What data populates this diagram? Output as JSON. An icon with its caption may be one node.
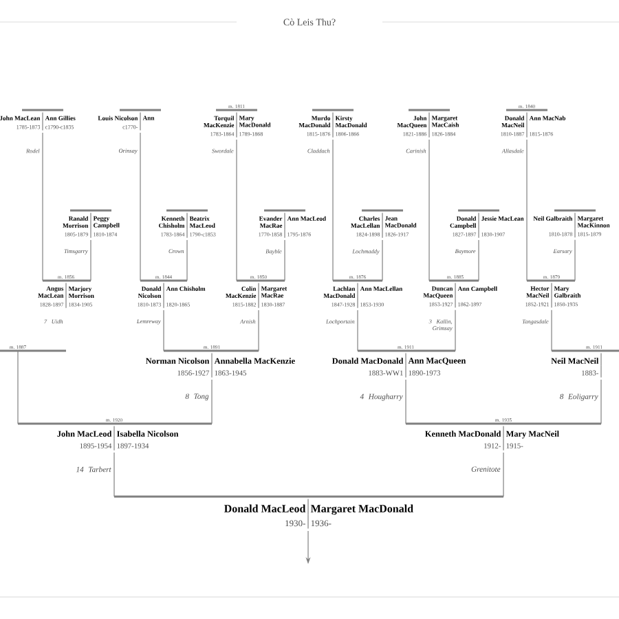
{
  "diagram": {
    "title": "Cò Leis Thu?",
    "nodes": [
      {
        "text": [
          "Donald MacLeod",
          "1930-",
          "Margaret MacDonald",
          "1936-"
        ]
      },
      {
        "text": [
          "John MacLeod",
          "1895-1954",
          "Isabella Nicolson",
          "1897-1934"
        ],
        "beside": [
          "14 Tarbert"
        ]
      },
      {
        "text": [
          "Kenneth MacDonald",
          "1912-",
          "Mary MacNeil",
          "1915-"
        ],
        "beside": [
          "Grenitote"
        ]
      },
      {
        "text": [
          "Norman Nicolson",
          "1856-1927",
          "Annabella MacKenzie",
          "1863-1945"
        ],
        "beside": [
          "8 Tong"
        ]
      },
      {
        "text": [
          "Donald MacDonald",
          "1883-WW1",
          "Ann MacQueen",
          "1890-1973"
        ],
        "beside": [
          "4 Hougharry"
        ]
      },
      {
        "text": [
          "Neil MacNeil",
          "1883-"
        ],
        "beside": [
          "8 Eoligarry"
        ]
      },
      {
        "text": [
          "Angus MacLean",
          "1828-1897",
          "Marjory Morrison",
          "1834-1905"
        ],
        "beside": [
          "7 Uidh"
        ]
      },
      {
        "text": [
          "Donald Nicolson",
          "1810-1873",
          "Ann Chisholm",
          "1820-1865"
        ],
        "beside": [
          "Lemreway"
        ]
      },
      {
        "text": [
          "Colin MacKenzie",
          "1815-1882",
          "Margaret MacRae",
          "1830-1887"
        ],
        "beside": [
          "Arnish"
        ]
      },
      {
        "text": [
          "Lachlan MacDonald",
          "1847-1928",
          "Ann MacLellan",
          "1853-1930"
        ],
        "beside": [
          "Lochportain"
        ]
      },
      {
        "text": [
          "Duncan MacQueen",
          "1853-1927",
          "Ann Campbell",
          "1862-1897"
        ],
        "beside": [
          "3 Kallin, Grimsay"
        ]
      },
      {
        "text": [
          "Hector MacNeil",
          "1852-1921",
          "Mary Galbraith",
          "1850-1935"
        ],
        "beside": [
          "Tangasdale"
        ]
      },
      {
        "text": [
          "Ranald Morrison",
          "1805-1879",
          "Peggy Campbell",
          "1810-1874"
        ],
        "beside": [
          "Timsgarry"
        ]
      },
      {
        "text": [
          "Kenneth Chisholm",
          "1783-1864",
          "Beatrix MacLeod",
          "1790-c1853"
        ],
        "beside": [
          "Crown"
        ]
      },
      {
        "text": [
          "Evander MacRae",
          "1770-1858",
          "Ann MacLeod",
          "1795-1876"
        ],
        "beside": [
          "Bayble"
        ]
      },
      {
        "text": [
          "Charles MacLellan",
          "1824-1898",
          "Jean MacDonald",
          "1826-1917"
        ],
        "beside": [
          "Lochmaddy"
        ]
      },
      {
        "text": [
          "Donald Campbell",
          "1827-1897",
          "Jessie MacLean",
          "1830-1907"
        ],
        "beside": [
          "Baymore"
        ]
      },
      {
        "text": [
          "Neil Galbraith",
          "1810-1878",
          "Margaret MacKinnon",
          "1815-1879"
        ],
        "beside": [
          "Earsary"
        ]
      },
      {
        "text": [
          "John MacLean",
          "1785-1873",
          "Ann Gillies",
          "c1790-c1835"
        ],
        "beside": [
          "Rodel"
        ]
      },
      {
        "text": [
          "Louis Nicolson",
          "c1770-",
          "Ann"
        ],
        "beside": [
          "Orinsay"
        ]
      },
      {
        "text": [
          "Torquil MacKenzie",
          "1783-1864",
          "Mary MacDonald",
          "1789-1868"
        ],
        "beside": [
          "Swordale"
        ]
      },
      {
        "text": [
          "Murdo MacDonald",
          "1815-1876",
          "Kirsty MacDonald",
          "1806-1866"
        ],
        "beside": [
          "Claddach"
        ]
      },
      {
        "text": [
          "John MacQueen",
          "1821-1886",
          "Margaret MacCaish",
          "1826-1884"
        ],
        "beside": [
          "Carinish"
        ]
      },
      {
        "text": [
          "Donald MacNeil",
          "1810-1887",
          "Ann MacNab",
          "1815-1876"
        ],
        "beside": [
          "Allasdale"
        ]
      }
    ],
    "edges": [
      {
        "from": 1,
        "to": 0,
        "arrow": "none"
      },
      {
        "from": 2,
        "to": 0,
        "arrow": "none"
      },
      {
        "from": 3,
        "to": 1,
        "arrow": "none"
      },
      {
        "from": 4,
        "to": 2,
        "arrow": "none"
      },
      {
        "from": 5,
        "to": 2,
        "arrow": "none"
      },
      {
        "from": 7,
        "to": 3,
        "arrow": "none"
      },
      {
        "from": 8,
        "to": 3,
        "arrow": "none"
      },
      {
        "from": 9,
        "to": 4,
        "arrow": "none"
      },
      {
        "from": 10,
        "to": 4,
        "arrow": "none"
      },
      {
        "from": 11,
        "to": 5,
        "arrow": "none"
      },
      {
        "from": 18,
        "to": 6,
        "arrow": "none"
      },
      {
        "from": 12,
        "to": 6,
        "arrow": "none"
      },
      {
        "from": 19,
        "to": 7,
        "arrow": "none"
      },
      {
        "from": 13,
        "to": 7,
        "arrow": "none"
      },
      {
        "from": 20,
        "to": 8,
        "arrow": "none"
      },
      {
        "from": 14,
        "to": 8,
        "arrow": "none"
      },
      {
        "from": 21,
        "to": 9,
        "arrow": "none"
      },
      {
        "from": 15,
        "to": 9,
        "arrow": "none"
      },
      {
        "from": 22,
        "to": 10,
        "arrow": "none"
      },
      {
        "from": 16,
        "to": 10,
        "arrow": "none"
      },
      {
        "from": 23,
        "to": 11,
        "arrow": "none"
      },
      {
        "from": 17,
        "to": 11,
        "arrow": "none"
      },
      {
        "from": 0,
        "to": null,
        "arrow": "to"
      }
    ],
    "labels": [
      "m. 1811",
      "m. 1840",
      "m. 1856",
      "m. 1844",
      "m. 1850",
      "m. 1876",
      "m. 1885",
      "m. 1879",
      "m. 1887",
      "m. 1891",
      "m. 1911",
      "m. 1911",
      "m. 1920",
      "m. 1935"
    ]
  }
}
